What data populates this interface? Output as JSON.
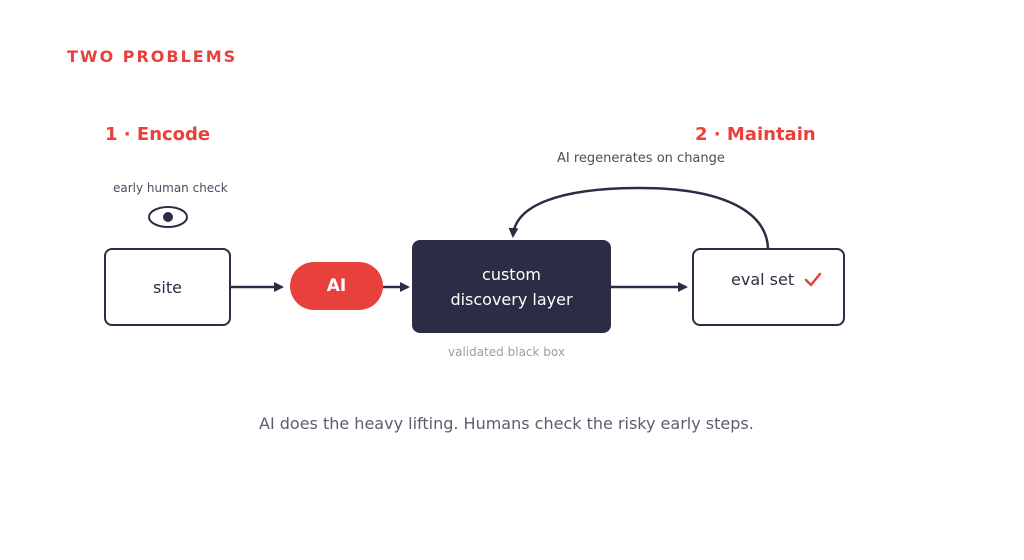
{
  "heading": "TWO PROBLEMS",
  "sections": {
    "encode": "1 · Encode",
    "maintain": "2 · Maintain"
  },
  "annotations": {
    "early_check": "early human check",
    "regenerates": "AI regenerates on change",
    "black_box": "validated black box"
  },
  "nodes": {
    "site": "site",
    "ai": "AI",
    "layer_line1": "custom",
    "layer_line2": "discovery layer",
    "eval": "eval set"
  },
  "footer": "AI does the heavy lifting. Humans check the risky early steps.",
  "colors": {
    "accent": "#e8403a",
    "dark": "#2b2d45"
  },
  "icons": [
    "eye-icon",
    "checkmark-icon"
  ]
}
